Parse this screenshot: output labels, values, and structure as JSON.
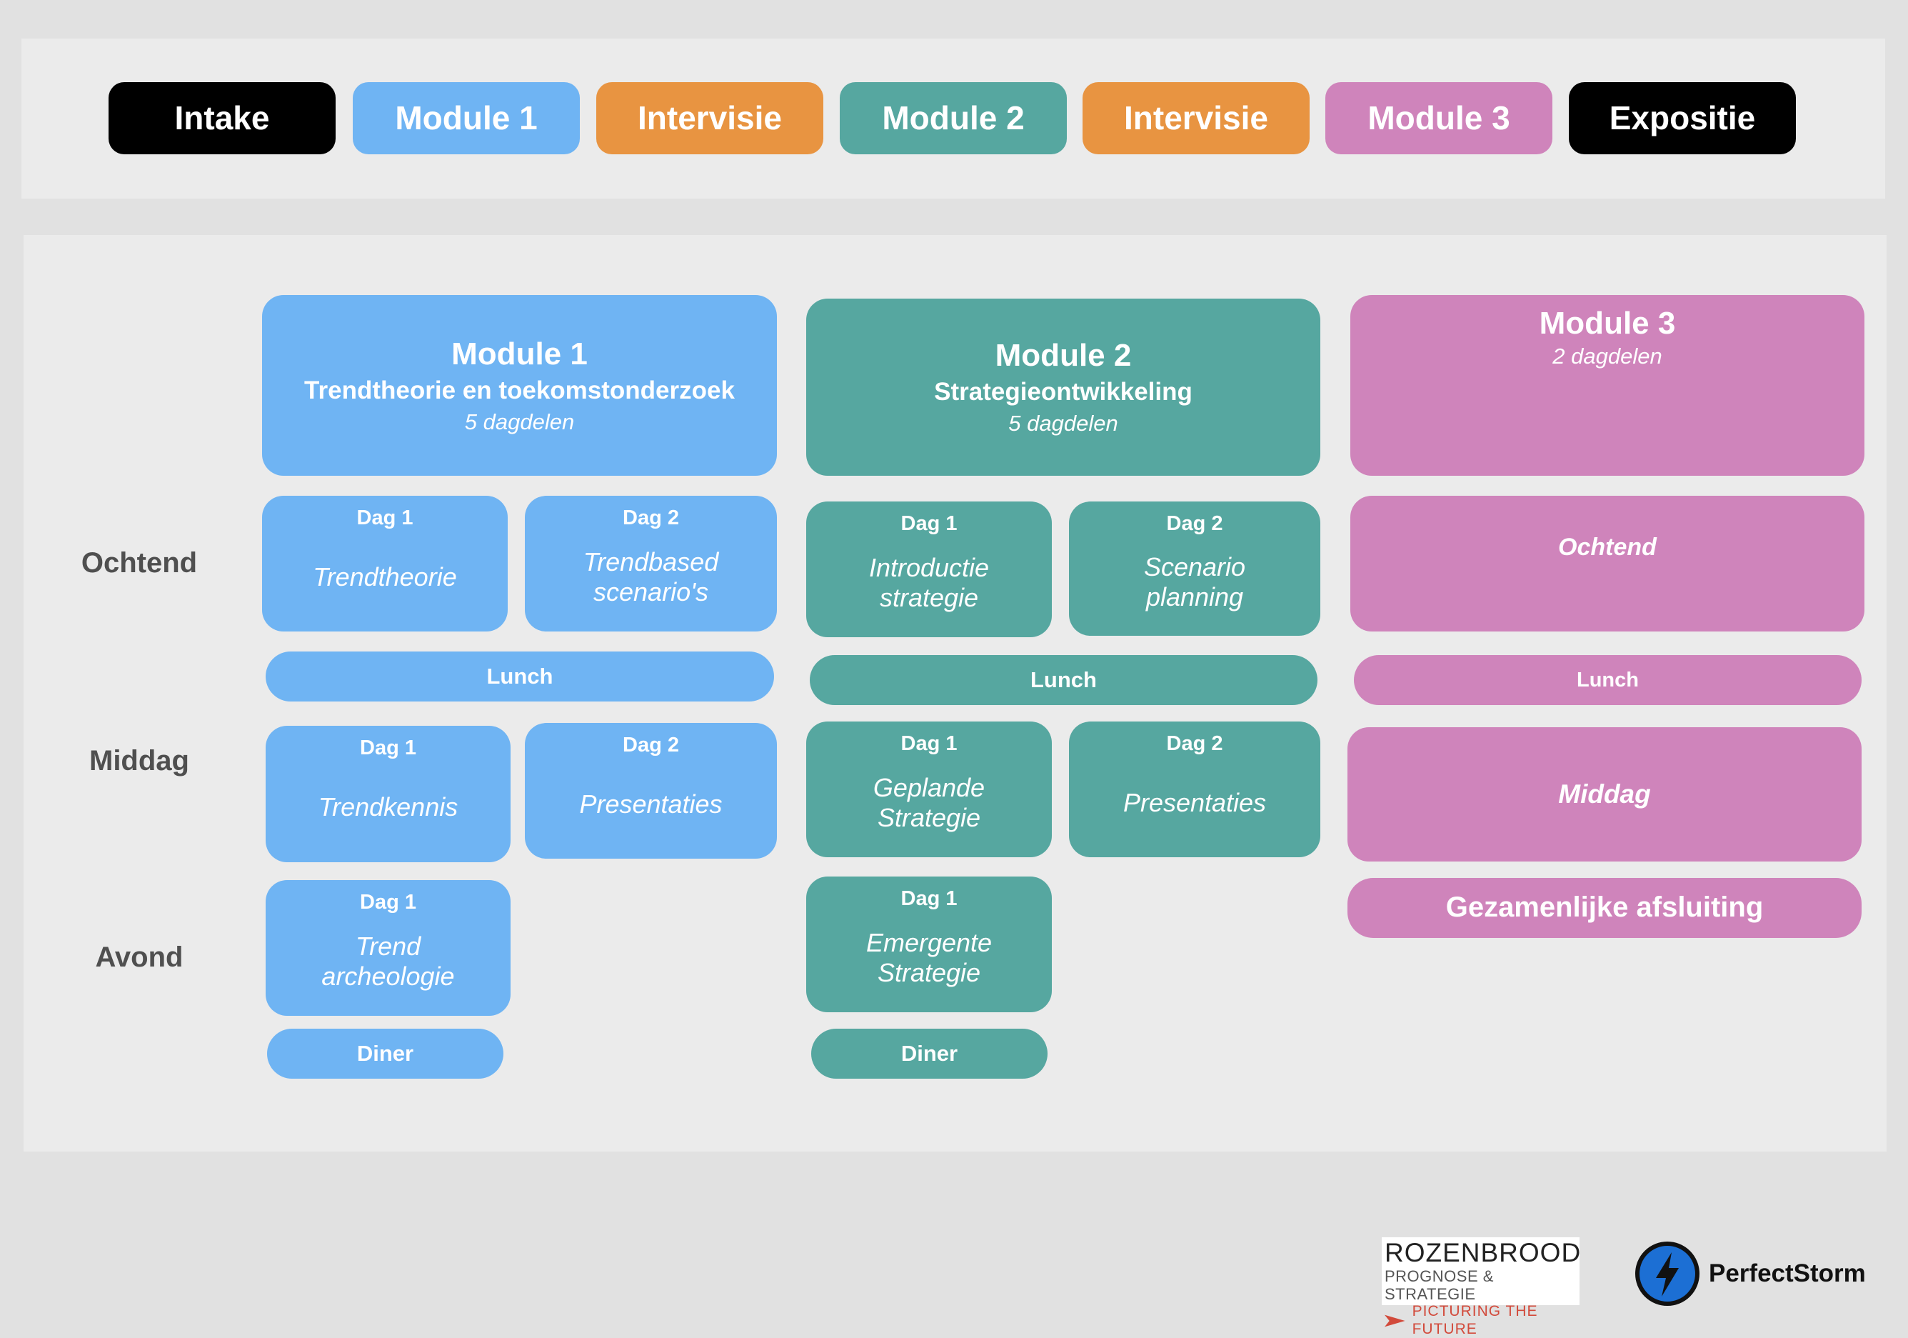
{
  "topbar": [
    "Intake",
    "Module 1",
    "Intervisie",
    "Module 2",
    "Intervisie",
    "Module 3",
    "Expositie"
  ],
  "row_labels": {
    "morning": "Ochtend",
    "afternoon": "Middag",
    "evening": "Avond"
  },
  "module1": {
    "title": "Module 1",
    "subtitle": "Trendtheorie en toekomstonderzoek",
    "days": "5 dagdelen",
    "morning": [
      {
        "day": "Dag 1",
        "activity": "Trendtheorie"
      },
      {
        "day": "Dag 2",
        "activity": "Trendbased scenario's"
      }
    ],
    "lunch": "Lunch",
    "afternoon": [
      {
        "day": "Dag 1",
        "activity": "Trendkennis"
      },
      {
        "day": "Dag 2",
        "activity": "Presentaties"
      }
    ],
    "evening": [
      {
        "day": "Dag 1",
        "activity": "Trend archeologie"
      }
    ],
    "dinner": "Diner"
  },
  "module2": {
    "title": "Module 2",
    "subtitle": "Strategieontwikkeling",
    "days": "5 dagdelen",
    "morning": [
      {
        "day": "Dag 1",
        "activity": "Introductie strategie"
      },
      {
        "day": "Dag 2",
        "activity": "Scenario planning"
      }
    ],
    "lunch": "Lunch",
    "afternoon": [
      {
        "day": "Dag 1",
        "activity": "Geplande Strategie"
      },
      {
        "day": "Dag 2",
        "activity": "Presentaties"
      }
    ],
    "evening": [
      {
        "day": "Dag 1",
        "activity": "Emergente Strategie"
      }
    ],
    "dinner": "Diner"
  },
  "module3": {
    "title": "Module 3",
    "days": "2 dagdelen",
    "morning": "Ochtend",
    "lunch": "Lunch",
    "afternoon": "Middag",
    "closing": "Gezamenlijke afsluiting"
  },
  "logos": {
    "rozenbrood": {
      "name": "ROZENBROOD",
      "sub": "PROGNOSE & STRATEGIE",
      "tagline": "PICTURING THE FUTURE"
    },
    "perfectstorm": {
      "name": "PerfectStorm"
    }
  },
  "colors": {
    "module1": "#6fb4f3",
    "module2": "#56a7a0",
    "module3": "#cf84bb",
    "intervisie": "#e89441",
    "intake": "#000000"
  }
}
